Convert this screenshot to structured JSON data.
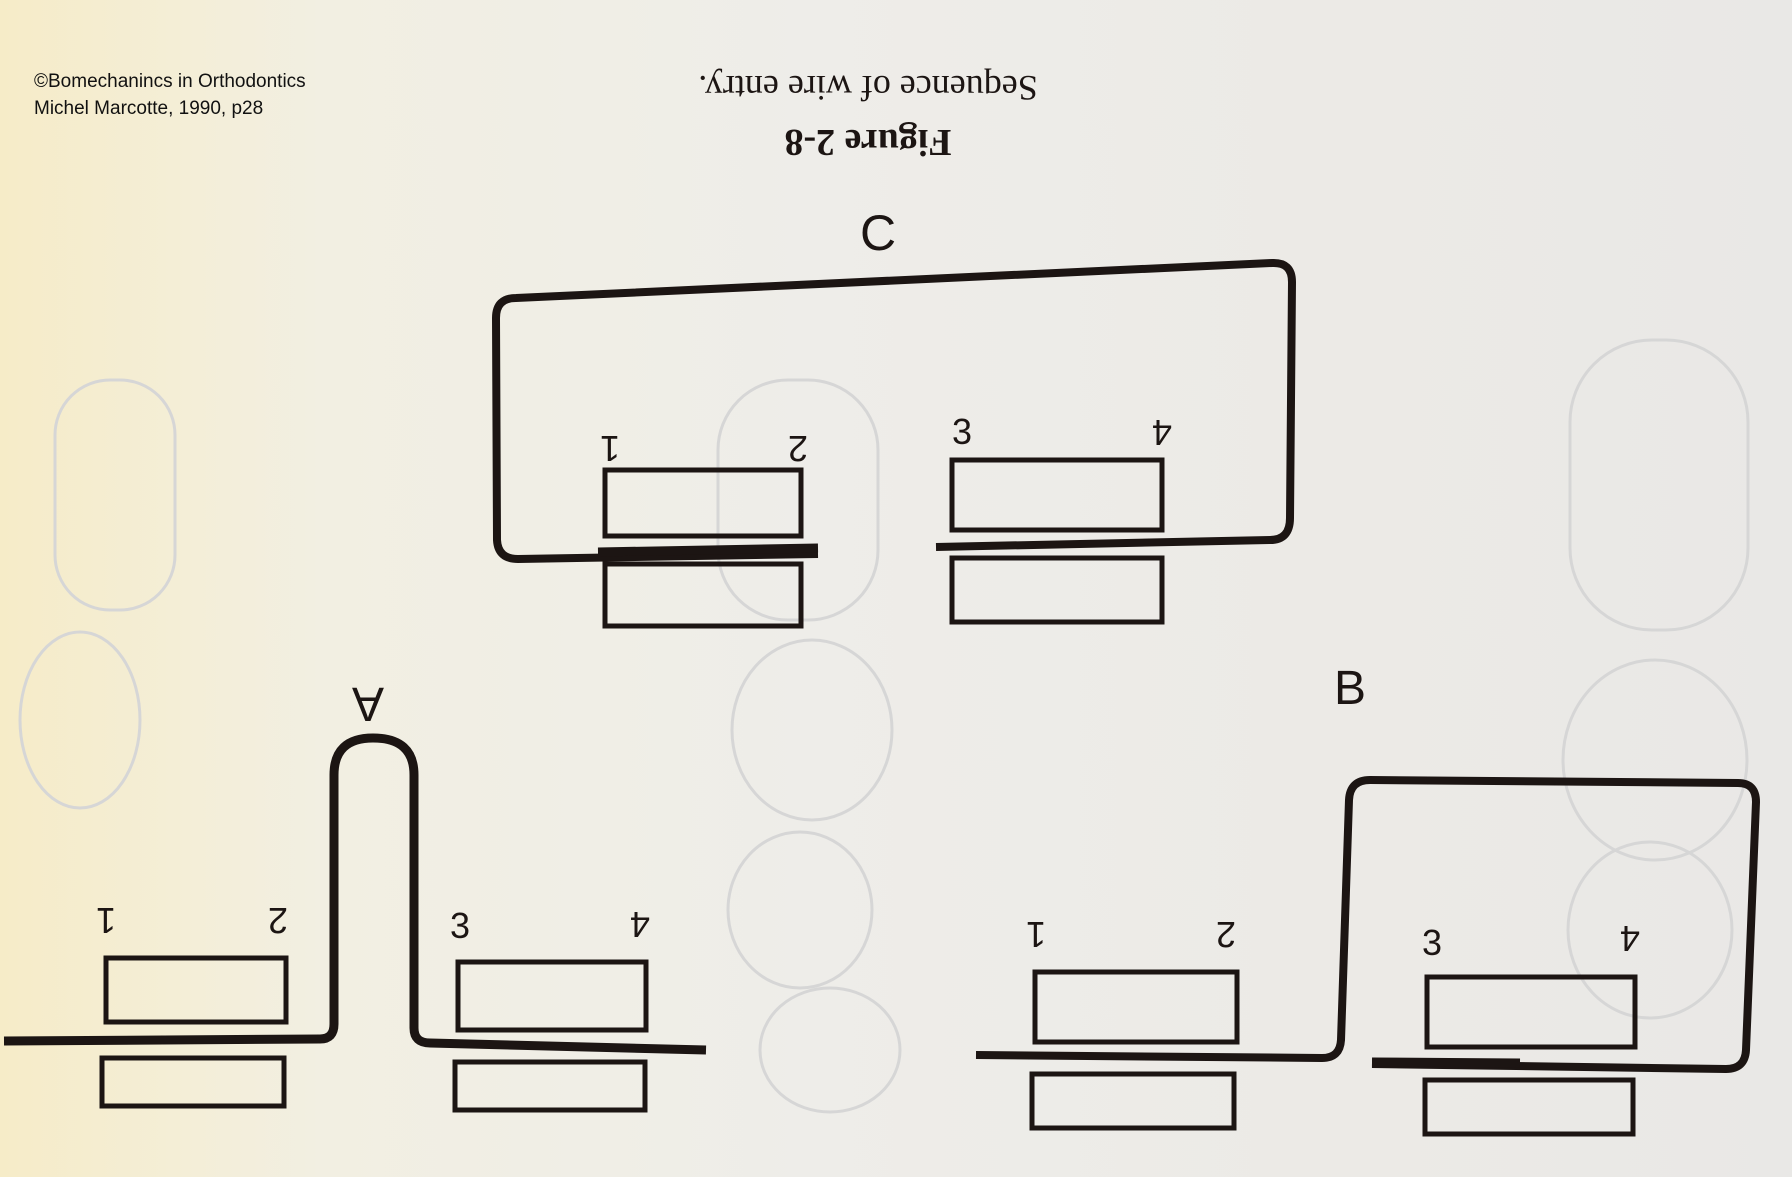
{
  "copyright": {
    "line1": "©Bomechanincs in Orthodontics",
    "line2": "Michel Marcotte, 1990, p28"
  },
  "figure": {
    "title": "Figure 2-8",
    "caption": "Sequence of wire entry."
  },
  "panels": {
    "A": {
      "label": "A",
      "brackets": [
        "1",
        "2",
        "3",
        "4"
      ]
    },
    "B": {
      "label": "B",
      "brackets": [
        "1",
        "2",
        "3",
        "4"
      ]
    },
    "C": {
      "label": "C",
      "brackets": [
        "1",
        "2",
        "3",
        "4"
      ]
    }
  },
  "colors": {
    "ink": "#1c1513",
    "ghost": "#d8d8d8"
  }
}
